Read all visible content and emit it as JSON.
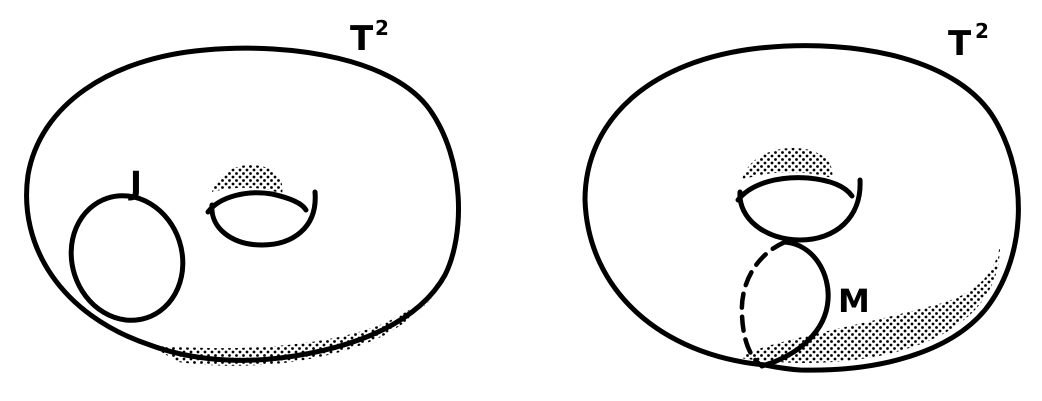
{
  "colors": {
    "ink": "#000000",
    "background": "#ffffff",
    "stipple": "#000000"
  },
  "left_torus": {
    "surface_label": "T",
    "surface_exponent": "2",
    "curve_label": "J"
  },
  "right_torus": {
    "surface_label": "T",
    "surface_exponent": "2",
    "curve_label": "M"
  }
}
